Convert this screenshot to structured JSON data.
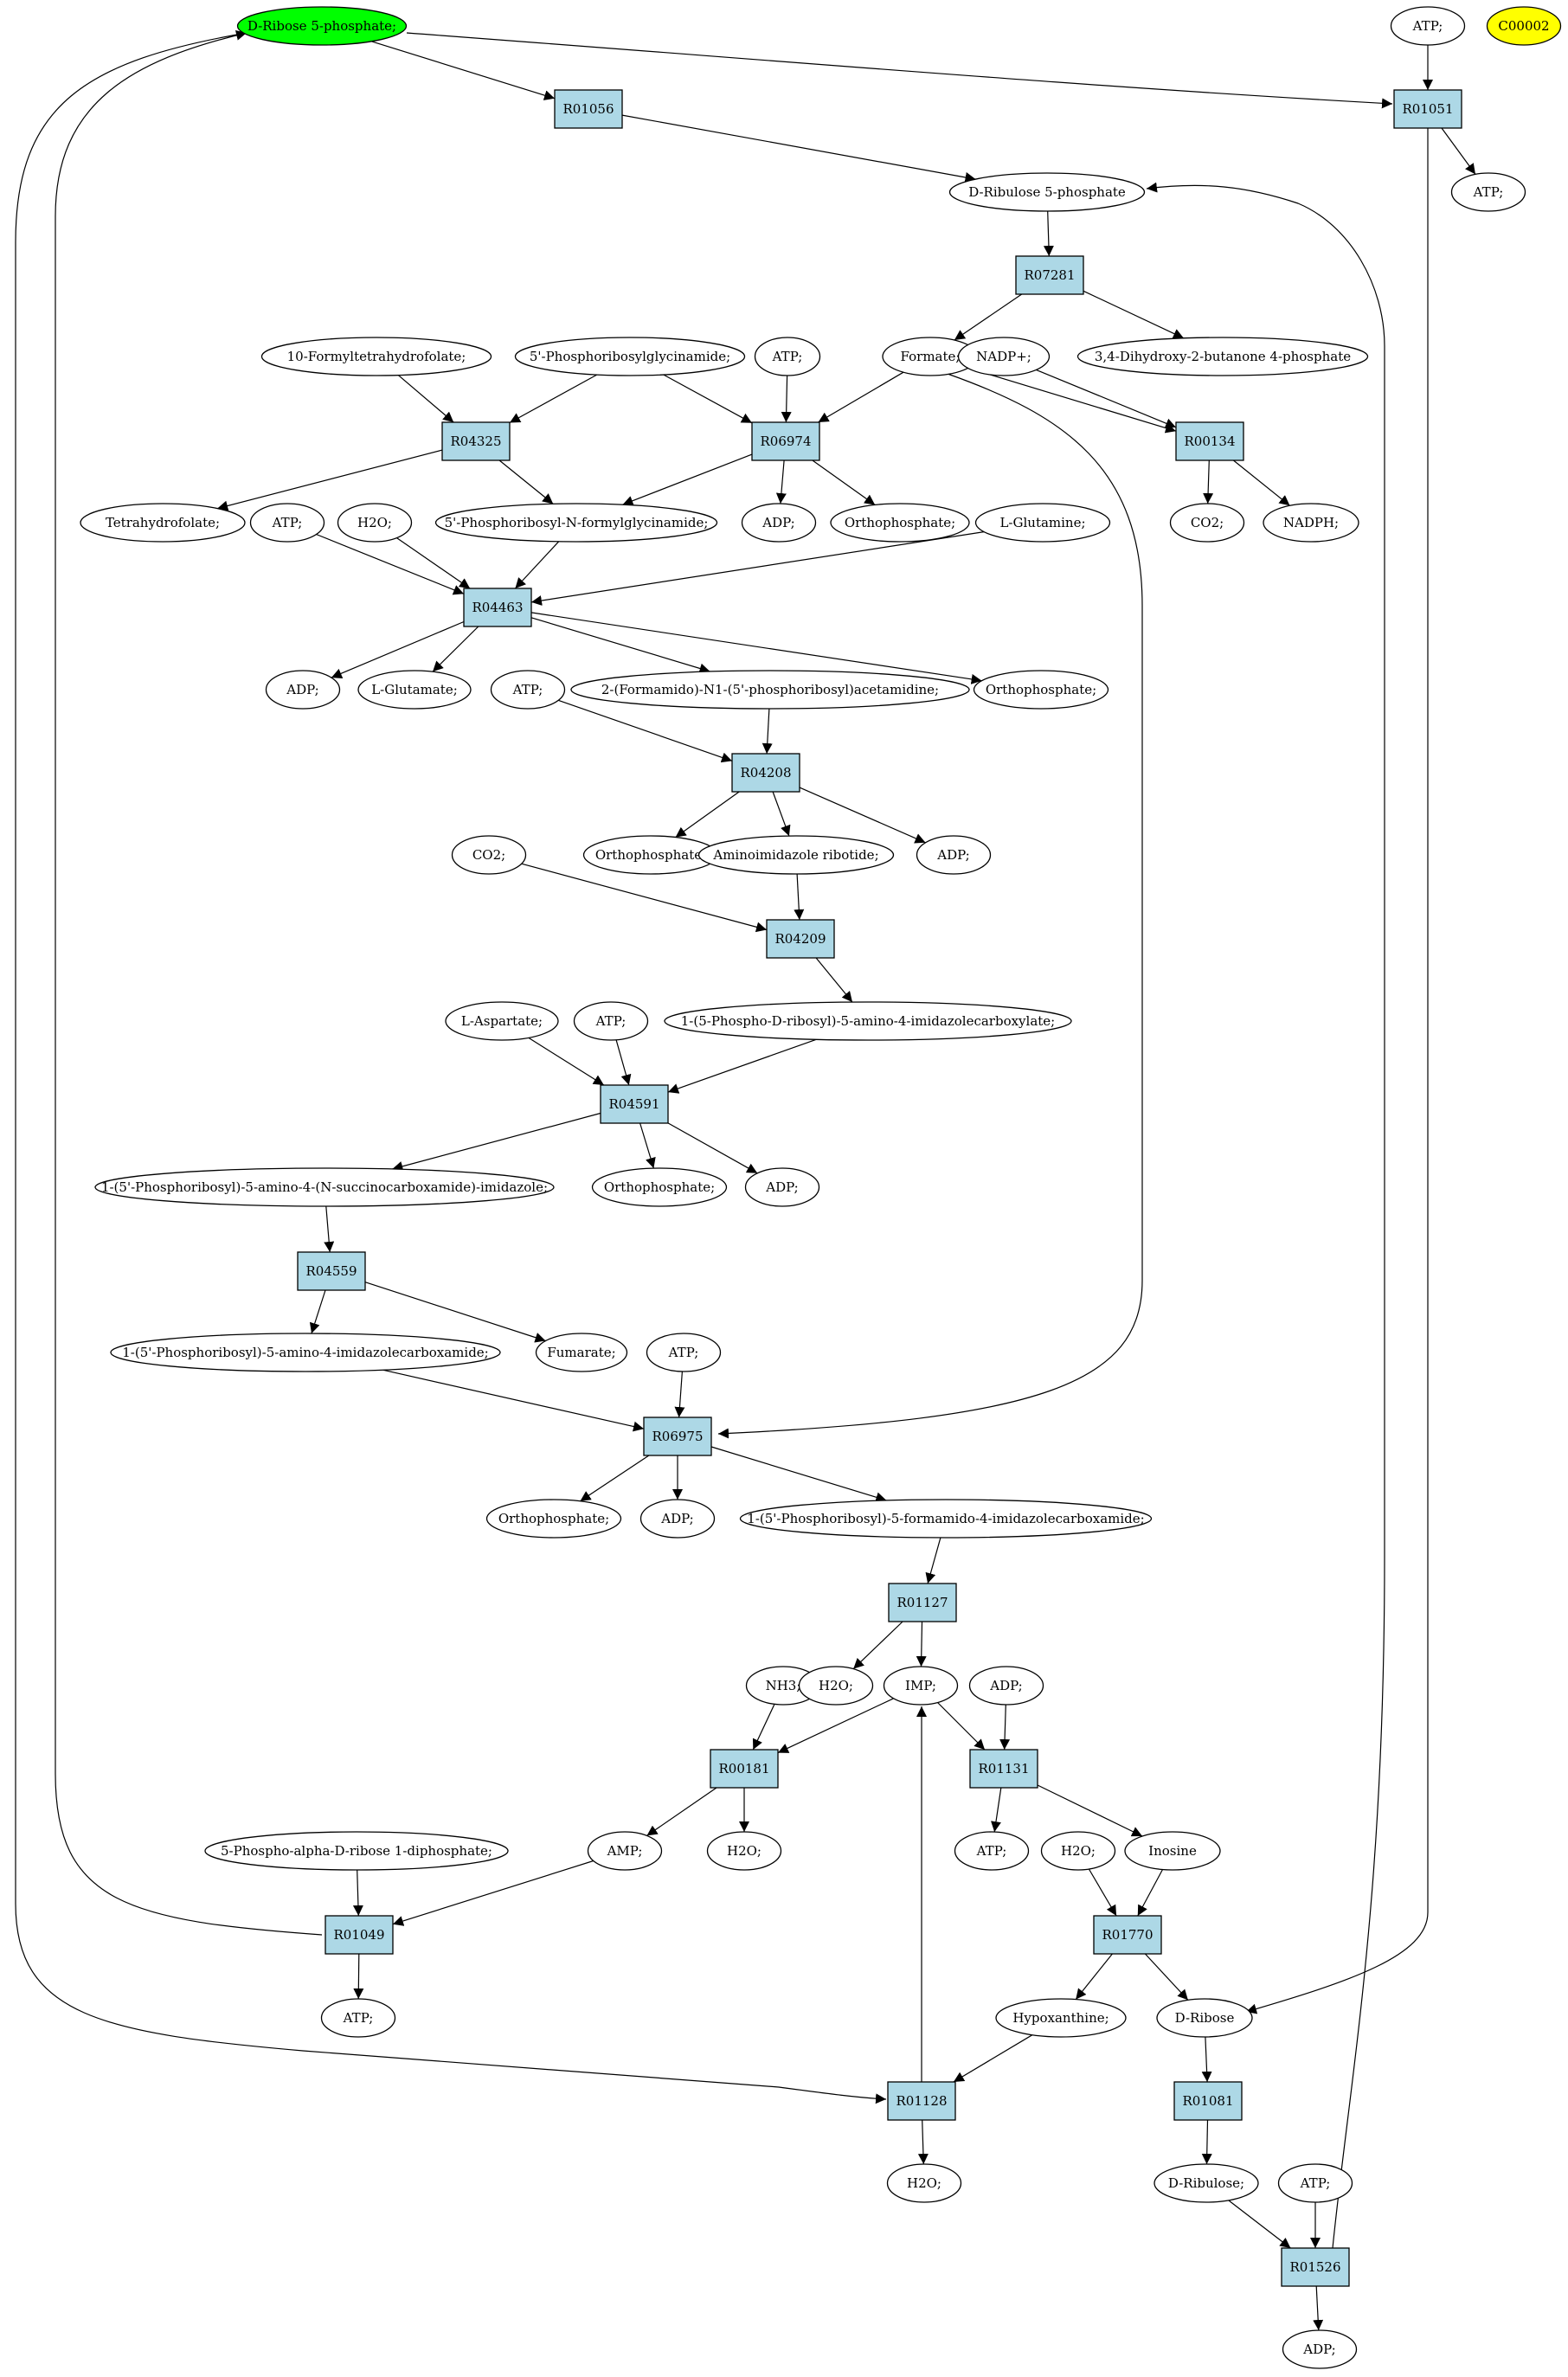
{
  "colors": {
    "reaction": "#add8e6",
    "highlight": "#00ff00",
    "marker": "#ffff00"
  },
  "nodes": [
    {
      "id": "ribose5p",
      "type": "compound",
      "label": "D-Ribose 5-phosphate;",
      "fill": "#00ff00"
    },
    {
      "id": "atp_a",
      "type": "compound",
      "label": "ATP;"
    },
    {
      "id": "c00002",
      "type": "compound",
      "label": "C00002",
      "fill": "#ffff00"
    },
    {
      "id": "R01056",
      "type": "reaction",
      "label": "R01056"
    },
    {
      "id": "R01051",
      "type": "reaction",
      "label": "R01051"
    },
    {
      "id": "atp_b",
      "type": "compound",
      "label": "ATP;"
    },
    {
      "id": "ribulose5p",
      "type": "compound",
      "label": "D-Ribulose 5-phosphate"
    },
    {
      "id": "R07281",
      "type": "reaction",
      "label": "R07281"
    },
    {
      "id": "formylthf",
      "type": "compound",
      "label": "10-Formyltetrahydrofolate;"
    },
    {
      "id": "prgly",
      "type": "compound",
      "label": "5'-Phosphoribosylglycinamide;"
    },
    {
      "id": "atp_c",
      "type": "compound",
      "label": "ATP;"
    },
    {
      "id": "formate",
      "type": "compound",
      "label": "Formate;"
    },
    {
      "id": "nadp",
      "type": "compound",
      "label": "NADP+;"
    },
    {
      "id": "dhbp",
      "type": "compound",
      "label": "3,4-Dihydroxy-2-butanone 4-phosphate"
    },
    {
      "id": "R04325",
      "type": "reaction",
      "label": "R04325"
    },
    {
      "id": "R06974",
      "type": "reaction",
      "label": "R06974"
    },
    {
      "id": "R00134",
      "type": "reaction",
      "label": "R00134"
    },
    {
      "id": "thf",
      "type": "compound",
      "label": "Tetrahydrofolate;"
    },
    {
      "id": "atp_d",
      "type": "compound",
      "label": "ATP;"
    },
    {
      "id": "h2o_a",
      "type": "compound",
      "label": "H2O;"
    },
    {
      "id": "fgar",
      "type": "compound",
      "label": "5'-Phosphoribosyl-N-formylglycinamide;"
    },
    {
      "id": "adp_b",
      "type": "compound",
      "label": "ADP;"
    },
    {
      "id": "pi_a",
      "type": "compound",
      "label": "Orthophosphate;"
    },
    {
      "id": "gln",
      "type": "compound",
      "label": "L-Glutamine;"
    },
    {
      "id": "co2_a",
      "type": "compound",
      "label": "CO2;"
    },
    {
      "id": "nadph",
      "type": "compound",
      "label": "NADPH;"
    },
    {
      "id": "R04463",
      "type": "reaction",
      "label": "R04463"
    },
    {
      "id": "adp_c",
      "type": "compound",
      "label": "ADP;"
    },
    {
      "id": "glu",
      "type": "compound",
      "label": "L-Glutamate;"
    },
    {
      "id": "atp_e",
      "type": "compound",
      "label": "ATP;"
    },
    {
      "id": "fgam",
      "type": "compound",
      "label": "2-(Formamido)-N1-(5'-phosphoribosyl)acetamidine;"
    },
    {
      "id": "pi_b",
      "type": "compound",
      "label": "Orthophosphate;"
    },
    {
      "id": "R04208",
      "type": "reaction",
      "label": "R04208"
    },
    {
      "id": "co2_b",
      "type": "compound",
      "label": "CO2;"
    },
    {
      "id": "pi_c",
      "type": "compound",
      "label": "Orthophosphate;"
    },
    {
      "id": "air",
      "type": "compound",
      "label": "Aminoimidazole ribotide;"
    },
    {
      "id": "adp_d",
      "type": "compound",
      "label": "ADP;"
    },
    {
      "id": "R04209",
      "type": "reaction",
      "label": "R04209"
    },
    {
      "id": "cair",
      "type": "compound",
      "label": "1-(5-Phospho-D-ribosyl)-5-amino-4-imidazolecarboxylate;"
    },
    {
      "id": "asp",
      "type": "compound",
      "label": "L-Aspartate;"
    },
    {
      "id": "atp_f",
      "type": "compound",
      "label": "ATP;"
    },
    {
      "id": "R04591",
      "type": "reaction",
      "label": "R04591"
    },
    {
      "id": "saicar",
      "type": "compound",
      "label": "1-(5'-Phosphoribosyl)-5-amino-4-(N-succinocarboxamide)-imidazole;"
    },
    {
      "id": "pi_d",
      "type": "compound",
      "label": "Orthophosphate;"
    },
    {
      "id": "adp_e",
      "type": "compound",
      "label": "ADP;"
    },
    {
      "id": "R04559",
      "type": "reaction",
      "label": "R04559"
    },
    {
      "id": "aicar",
      "type": "compound",
      "label": "1-(5'-Phosphoribosyl)-5-amino-4-imidazolecarboxamide;"
    },
    {
      "id": "fum",
      "type": "compound",
      "label": "Fumarate;"
    },
    {
      "id": "atp_g",
      "type": "compound",
      "label": "ATP;"
    },
    {
      "id": "R06975",
      "type": "reaction",
      "label": "R06975"
    },
    {
      "id": "pi_e",
      "type": "compound",
      "label": "Orthophosphate;"
    },
    {
      "id": "adp_f",
      "type": "compound",
      "label": "ADP;"
    },
    {
      "id": "faicar",
      "type": "compound",
      "label": "1-(5'-Phosphoribosyl)-5-formamido-4-imidazolecarboxamide;"
    },
    {
      "id": "R01127",
      "type": "reaction",
      "label": "R01127"
    },
    {
      "id": "nh3",
      "type": "compound",
      "label": "NH3;"
    },
    {
      "id": "h2o_b",
      "type": "compound",
      "label": "H2O;"
    },
    {
      "id": "imp",
      "type": "compound",
      "label": "IMP;"
    },
    {
      "id": "adp_g",
      "type": "compound",
      "label": "ADP;"
    },
    {
      "id": "R00181",
      "type": "reaction",
      "label": "R00181"
    },
    {
      "id": "R01131",
      "type": "reaction",
      "label": "R01131"
    },
    {
      "id": "prpp",
      "type": "compound",
      "label": "5-Phospho-alpha-D-ribose 1-diphosphate;"
    },
    {
      "id": "amp",
      "type": "compound",
      "label": "AMP;"
    },
    {
      "id": "h2o_c",
      "type": "compound",
      "label": "H2O;"
    },
    {
      "id": "atp_h",
      "type": "compound",
      "label": "ATP;"
    },
    {
      "id": "h2o_d",
      "type": "compound",
      "label": "H2O;"
    },
    {
      "id": "inosine",
      "type": "compound",
      "label": "Inosine"
    },
    {
      "id": "R01049",
      "type": "reaction",
      "label": "R01049"
    },
    {
      "id": "R01770",
      "type": "reaction",
      "label": "R01770"
    },
    {
      "id": "atp_i",
      "type": "compound",
      "label": "ATP;"
    },
    {
      "id": "hypox",
      "type": "compound",
      "label": "Hypoxanthine;"
    },
    {
      "id": "ribose",
      "type": "compound",
      "label": "D-Ribose"
    },
    {
      "id": "R01128",
      "type": "reaction",
      "label": "R01128"
    },
    {
      "id": "R01081",
      "type": "reaction",
      "label": "R01081"
    },
    {
      "id": "h2o_e",
      "type": "compound",
      "label": "H2O;"
    },
    {
      "id": "ribulose",
      "type": "compound",
      "label": "D-Ribulose;"
    },
    {
      "id": "atp_j",
      "type": "compound",
      "label": "ATP;"
    },
    {
      "id": "R01526",
      "type": "reaction",
      "label": "R01526"
    },
    {
      "id": "adp_h",
      "type": "compound",
      "label": "ADP;"
    }
  ],
  "edges": [
    [
      "ribose5p",
      "R01056"
    ],
    [
      "ribose5p",
      "R01051"
    ],
    [
      "atp_a",
      "R01051"
    ],
    [
      "R01051",
      "atp_b"
    ],
    [
      "R01051",
      "ribose"
    ],
    [
      "R01056",
      "ribulose5p"
    ],
    [
      "ribulose5p",
      "R07281"
    ],
    [
      "R07281",
      "formate"
    ],
    [
      "R07281",
      "dhbp"
    ],
    [
      "formylthf",
      "R04325"
    ],
    [
      "prgly",
      "R04325"
    ],
    [
      "prgly",
      "R06974"
    ],
    [
      "atp_c",
      "R06974"
    ],
    [
      "formate",
      "R06974"
    ],
    [
      "formate",
      "R00134"
    ],
    [
      "nadp",
      "R00134"
    ],
    [
      "formate",
      "R06975"
    ],
    [
      "R04325",
      "thf"
    ],
    [
      "R04325",
      "fgar"
    ],
    [
      "R06974",
      "fgar"
    ],
    [
      "R06974",
      "adp_b"
    ],
    [
      "R06974",
      "pi_a"
    ],
    [
      "R00134",
      "co2_a"
    ],
    [
      "R00134",
      "nadph"
    ],
    [
      "atp_d",
      "R04463"
    ],
    [
      "h2o_a",
      "R04463"
    ],
    [
      "fgar",
      "R04463"
    ],
    [
      "gln",
      "R04463"
    ],
    [
      "R04463",
      "adp_c"
    ],
    [
      "R04463",
      "glu"
    ],
    [
      "R04463",
      "fgam"
    ],
    [
      "R04463",
      "pi_b"
    ],
    [
      "atp_e",
      "R04208"
    ],
    [
      "fgam",
      "R04208"
    ],
    [
      "R04208",
      "pi_c"
    ],
    [
      "R04208",
      "air"
    ],
    [
      "R04208",
      "adp_d"
    ],
    [
      "co2_b",
      "R04209"
    ],
    [
      "air",
      "R04209"
    ],
    [
      "R04209",
      "cair"
    ],
    [
      "asp",
      "R04591"
    ],
    [
      "atp_f",
      "R04591"
    ],
    [
      "cair",
      "R04591"
    ],
    [
      "R04591",
      "saicar"
    ],
    [
      "R04591",
      "pi_d"
    ],
    [
      "R04591",
      "adp_e"
    ],
    [
      "saicar",
      "R04559"
    ],
    [
      "R04559",
      "aicar"
    ],
    [
      "R04559",
      "fum"
    ],
    [
      "aicar",
      "R06975"
    ],
    [
      "atp_g",
      "R06975"
    ],
    [
      "R06975",
      "pi_e"
    ],
    [
      "R06975",
      "adp_f"
    ],
    [
      "R06975",
      "faicar"
    ],
    [
      "faicar",
      "R01127"
    ],
    [
      "R01127",
      "h2o_b"
    ],
    [
      "R01127",
      "imp"
    ],
    [
      "nh3",
      "R00181"
    ],
    [
      "imp",
      "R00181"
    ],
    [
      "imp",
      "R01131"
    ],
    [
      "adp_g",
      "R01131"
    ],
    [
      "R00181",
      "amp"
    ],
    [
      "R00181",
      "h2o_c"
    ],
    [
      "R01131",
      "atp_h"
    ],
    [
      "R01131",
      "inosine"
    ],
    [
      "prpp",
      "R01049"
    ],
    [
      "amp",
      "R01049"
    ],
    [
      "R01049",
      "atp_i"
    ],
    [
      "R01049",
      "ribose5p"
    ],
    [
      "h2o_d",
      "R01770"
    ],
    [
      "inosine",
      "R01770"
    ],
    [
      "R01770",
      "hypox"
    ],
    [
      "R01770",
      "ribose"
    ],
    [
      "hypox",
      "R01128"
    ],
    [
      "ribose5p",
      "R01128"
    ],
    [
      "R01128",
      "h2o_e"
    ],
    [
      "R01128",
      "imp"
    ],
    [
      "ribose",
      "R01081"
    ],
    [
      "R01081",
      "ribulose"
    ],
    [
      "ribulose",
      "R01526"
    ],
    [
      "atp_j",
      "R01526"
    ],
    [
      "R01526",
      "adp_h"
    ],
    [
      "R01526",
      "ribulose5p"
    ]
  ]
}
